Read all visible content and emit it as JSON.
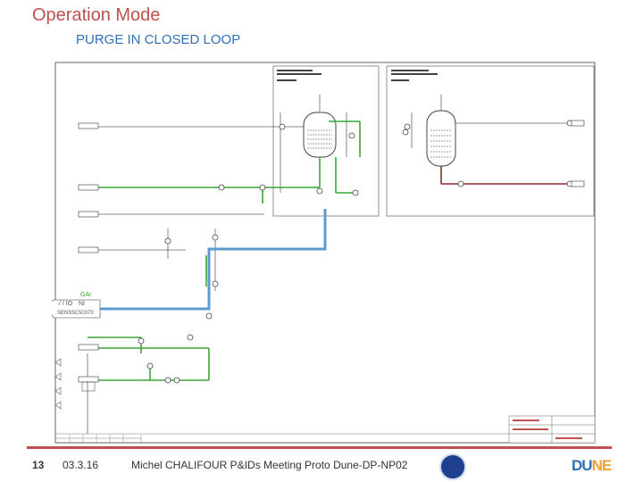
{
  "slide": {
    "title": "Operation Mode",
    "subtitle": "PURGE IN CLOSED LOOP"
  },
  "diagram": {
    "gas_label": "GAr",
    "inlet_label_1": "/ / IO",
    "inlet_label_2": "NI",
    "inlet_label_3": "SENS5C50370",
    "colors": {
      "purge_loop": "#5b9bd5",
      "gas_line": "#3aa635",
      "return_line": "#8b2a2a",
      "drawing": "#555555"
    }
  },
  "footer": {
    "slide_number": "13",
    "date": "03.3.16",
    "text": "Michel CHALIFOUR P&IDs Meeting Proto Dune-DP-NP02",
    "logo_dune_1": "DU",
    "logo_dune_2": "NE"
  }
}
